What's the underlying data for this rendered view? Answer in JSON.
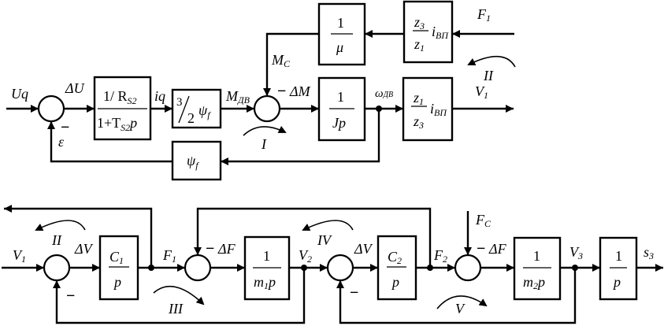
{
  "title": "Structural block diagram of electromechanical drive",
  "colors": {
    "line": "#000000",
    "background": "#ffffff"
  },
  "top_loop": {
    "signals": {
      "input": "Uq",
      "error1": "ΔU",
      "current": "iq",
      "motor_torque": "M",
      "motor_torque_sub": "ДВ",
      "load_torque": "M",
      "load_torque_sub": "C",
      "torque_error": "ΔM",
      "speed": "ω",
      "speed_sub": "ДВ",
      "feedback": "ε",
      "force_in": "F",
      "force_in_sub": "1",
      "velocity_out": "V",
      "velocity_out_sub": "1"
    },
    "blocks": {
      "electrical": {
        "num": "1/ R",
        "num_sub": "S2",
        "den": "1+T",
        "den_sub": "S2",
        "den_tail": "p"
      },
      "torque_const": {
        "num": "3",
        "den": "2",
        "tail": "ψ",
        "tail_sub": "f"
      },
      "inertia": {
        "num": "1",
        "den": "Jp"
      },
      "friction_coeff": {
        "num": "1",
        "den": "μ"
      },
      "gear_reverse": {
        "num": "z",
        "num_sub": "3",
        "den": "z",
        "den_sub": "1",
        "tail": "i",
        "tail_sub": "ВП"
      },
      "gear_forward": {
        "num": "z",
        "num_sub": "1",
        "den": "z",
        "den_sub": "3",
        "tail": "i",
        "tail_sub": "ВП"
      },
      "back_emf": {
        "label": "ψ",
        "label_sub": "f"
      }
    },
    "signs": {
      "sum1_feedback": "−",
      "sum2_load": "−"
    },
    "loop_labels": {
      "loop1": "I",
      "loop2": "II"
    }
  },
  "bottom_loop": {
    "signals": {
      "input": "V",
      "input_sub": "1",
      "dv1": "ΔV",
      "f1": "F",
      "f1_sub": "1",
      "df1": "ΔF",
      "v2": "V",
      "v2_sub": "2",
      "dv2": "ΔV",
      "f2": "F",
      "f2_sub": "2",
      "fc": "F",
      "fc_sub": "C",
      "df2": "ΔF",
      "v3": "V",
      "v3_sub": "3",
      "s3": "s",
      "s3_sub": "3"
    },
    "blocks": {
      "stiffness1": {
        "num": "C",
        "num_sub": "1",
        "den": "p"
      },
      "mass1": {
        "num": "1",
        "den": "m",
        "den_sub": "1",
        "den_tail": "p"
      },
      "stiffness2": {
        "num": "C",
        "num_sub": "2",
        "den": "p"
      },
      "mass2": {
        "num": "1",
        "den": "m",
        "den_sub": "2",
        "den_tail": "p"
      },
      "integrator": {
        "num": "1",
        "den": "p"
      }
    },
    "signs": {
      "sumA": "−",
      "sumB": "−",
      "sumC": "−",
      "sumD": "−"
    },
    "loop_labels": {
      "loop2": "II",
      "loop3": "III",
      "loop4": "IV",
      "loop5": "V"
    }
  }
}
